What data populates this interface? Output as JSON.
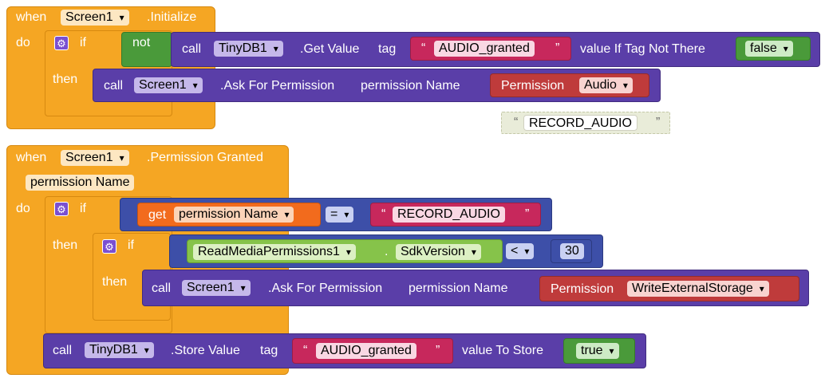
{
  "block1": {
    "when": "when",
    "component": "Screen1",
    "event": ".Initialize",
    "do": "do",
    "if": "if",
    "then": "then",
    "not": "not",
    "call": "call",
    "tinydb": "TinyDB1",
    "get_value": ".Get Value",
    "tag": "tag",
    "tag_value": "AUDIO_granted",
    "if_not_there": "value If Tag Not There",
    "false_value": "false",
    "call2": "call",
    "screen": "Screen1",
    "ask": ".Ask For Permission",
    "perm_name": "permission Name",
    "permission": "Permission",
    "audio": "Audio"
  },
  "stray": {
    "text": "RECORD_AUDIO"
  },
  "block2": {
    "when": "when",
    "component": "Screen1",
    "event": ".Permission Granted",
    "param": "permission Name",
    "do": "do",
    "if": "if",
    "get": "get",
    "get_var": "permission Name",
    "eq": "=",
    "record_audio": "RECORD_AUDIO",
    "then": "then",
    "if2": "if",
    "read_media": "ReadMediaPermissions1",
    "dot": ".",
    "sdk": "SdkVersion",
    "lt": "<",
    "num": "30",
    "then2": "then",
    "call": "call",
    "screen": "Screen1",
    "ask": ".Ask For Permission",
    "perm_name": "permission Name",
    "permission": "Permission",
    "write": "WriteExternalStorage",
    "call3": "call",
    "tinydb": "TinyDB1",
    "store": ".Store Value",
    "tag": "tag",
    "tag_value": "AUDIO_granted",
    "value_to_store": "value To Store",
    "true_value": "true"
  },
  "quote_open": "“",
  "quote_close": "”"
}
